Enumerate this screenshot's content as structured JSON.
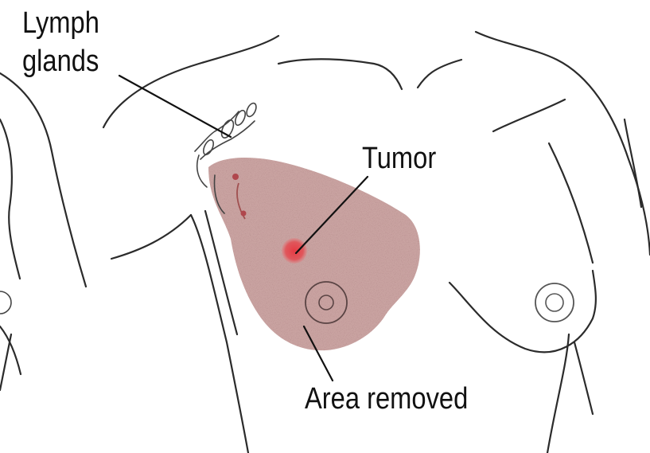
{
  "labels": {
    "lymph_line1": "Lymph",
    "lymph_line2": "glands",
    "tumor": "Tumor",
    "area_removed": "Area removed"
  },
  "colors": {
    "area_fill": "#c9a3a1",
    "tumor_fill": "#e0464c",
    "outline": "#2b2b2b",
    "background": "#ffffff"
  }
}
